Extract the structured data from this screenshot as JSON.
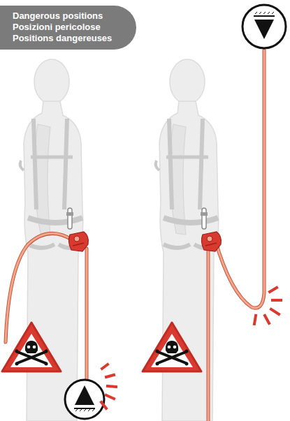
{
  "diagram": {
    "nodes": [
      {
        "text": [
          "Dangerous positions",
          "Posizioni pericolose",
          "Positions dangereuses"
        ]
      }
    ],
    "edges": []
  }
}
